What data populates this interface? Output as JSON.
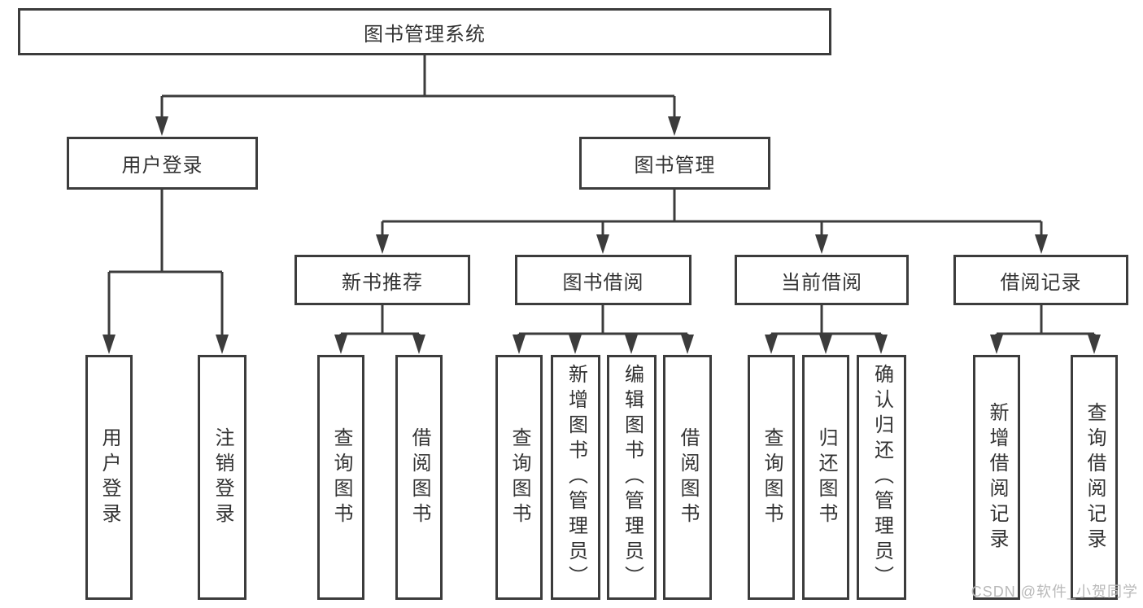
{
  "colors": {
    "line": "#3c3c3c",
    "text": "#333333",
    "background": "#ffffff",
    "watermark": "#b9b9b9"
  },
  "watermark": "CSDN @软件_小贺同学",
  "diagram": {
    "root": {
      "label": "图书管理系统",
      "children": [
        {
          "label": "用户登录",
          "children": [
            {
              "label": "用户登录"
            },
            {
              "label": "注销登录"
            }
          ]
        },
        {
          "label": "图书管理",
          "children": [
            {
              "label": "新书推荐",
              "children": [
                {
                  "label": "查询图书"
                },
                {
                  "label": "借阅图书"
                }
              ]
            },
            {
              "label": "图书借阅",
              "children": [
                {
                  "label": "查询图书"
                },
                {
                  "label": "新增图书（管理员）"
                },
                {
                  "label": "编辑图书（管理员）"
                },
                {
                  "label": "借阅图书"
                }
              ]
            },
            {
              "label": "当前借阅",
              "children": [
                {
                  "label": "查询图书"
                },
                {
                  "label": "归还图书"
                },
                {
                  "label": "确认归还（管理员）"
                }
              ]
            },
            {
              "label": "借阅记录",
              "children": [
                {
                  "label": "新增借阅记录"
                },
                {
                  "label": "查询借阅记录"
                }
              ]
            }
          ]
        }
      ]
    }
  }
}
